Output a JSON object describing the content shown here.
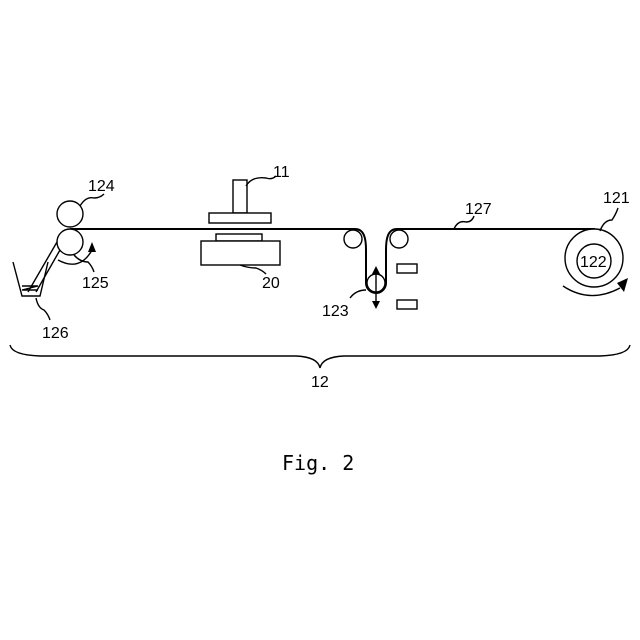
{
  "labels": {
    "l11": "11",
    "l20": "20",
    "l121": "121",
    "l122": "122",
    "l123": "123",
    "l124": "124",
    "l125": "125",
    "l126": "126",
    "l127": "127",
    "l12": "12"
  },
  "caption": "Fig. 2"
}
